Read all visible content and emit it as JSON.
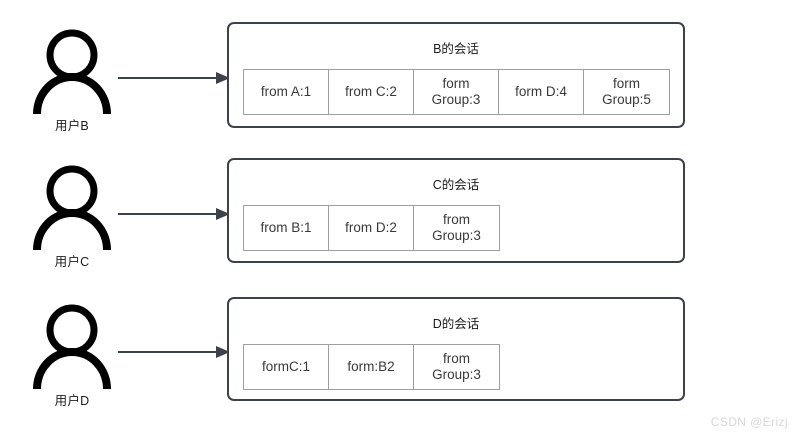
{
  "diagram": {
    "title_hidden": "",
    "rows": [
      {
        "actor": {
          "label": "用户B",
          "icon": "person-icon"
        },
        "arrow": {
          "icon": "arrow-right-icon"
        },
        "session": {
          "title": "B的会话",
          "messages": [
            "from A:1",
            "from C:2",
            "form\nGroup:3",
            "form D:4",
            "form\nGroup:5"
          ]
        }
      },
      {
        "actor": {
          "label": "用户C",
          "icon": "person-icon"
        },
        "arrow": {
          "icon": "arrow-right-icon"
        },
        "session": {
          "title": "C的会话",
          "messages": [
            "from B:1",
            "from D:2",
            "from\nGroup:3"
          ]
        }
      },
      {
        "actor": {
          "label": "用户D",
          "icon": "person-icon"
        },
        "arrow": {
          "icon": "arrow-right-icon"
        },
        "session": {
          "title": "D的会话",
          "messages": [
            "formC:1",
            "form:B2",
            "from\nGroup:3"
          ]
        }
      }
    ]
  },
  "watermark": {
    "text": "CSDN @Erizj"
  },
  "colors": {
    "box_border": "#3d424a",
    "cell_border": "#9e9e9e",
    "arrow": "#3d424a",
    "person": "#000000",
    "text": "#2b2b2b",
    "watermark": "#d8d8d8"
  }
}
